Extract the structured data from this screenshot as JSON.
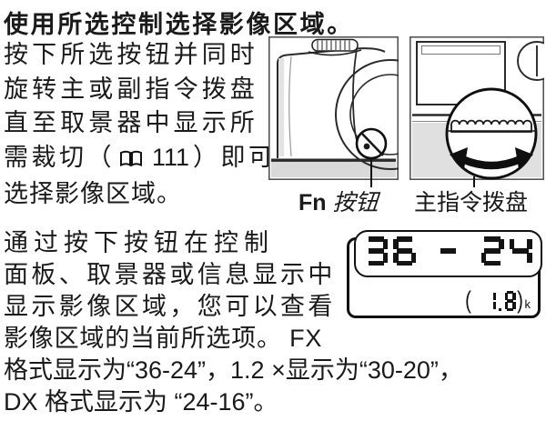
{
  "heading": "使用所选控制选择影像区域。",
  "intro": {
    "lines": [
      "按下所选按钮并同时",
      "旋转主或副指令拨盘",
      "直至取景器中显示所"
    ],
    "ref_pre": "需裁切（",
    "ref_icon": "book-icon",
    "ref_page": "111",
    "ref_post": "）即可",
    "last_line": "选择影像区域。"
  },
  "figure": {
    "fn_button_label_prefix": "Fn",
    "fn_button_label": "按钮",
    "main_dial_label": "主指令拨盘"
  },
  "lcd": {
    "frame_value": "36 - 24",
    "counter_open": "(",
    "counter_value": "1.8",
    "counter_close": ")",
    "counter_unit": "k",
    "digit_color": "#141414"
  },
  "body": {
    "lines": [
      "通过按下按钮在控制",
      "面板、取景器或信息显示中",
      "显示影像区域，您可以查看",
      "影像区域的当前所选项。 FX",
      "格式显示为“36-24”，1.2 ×显示为“30-20”，",
      "DX 格式显示为 “24-16”。"
    ]
  }
}
